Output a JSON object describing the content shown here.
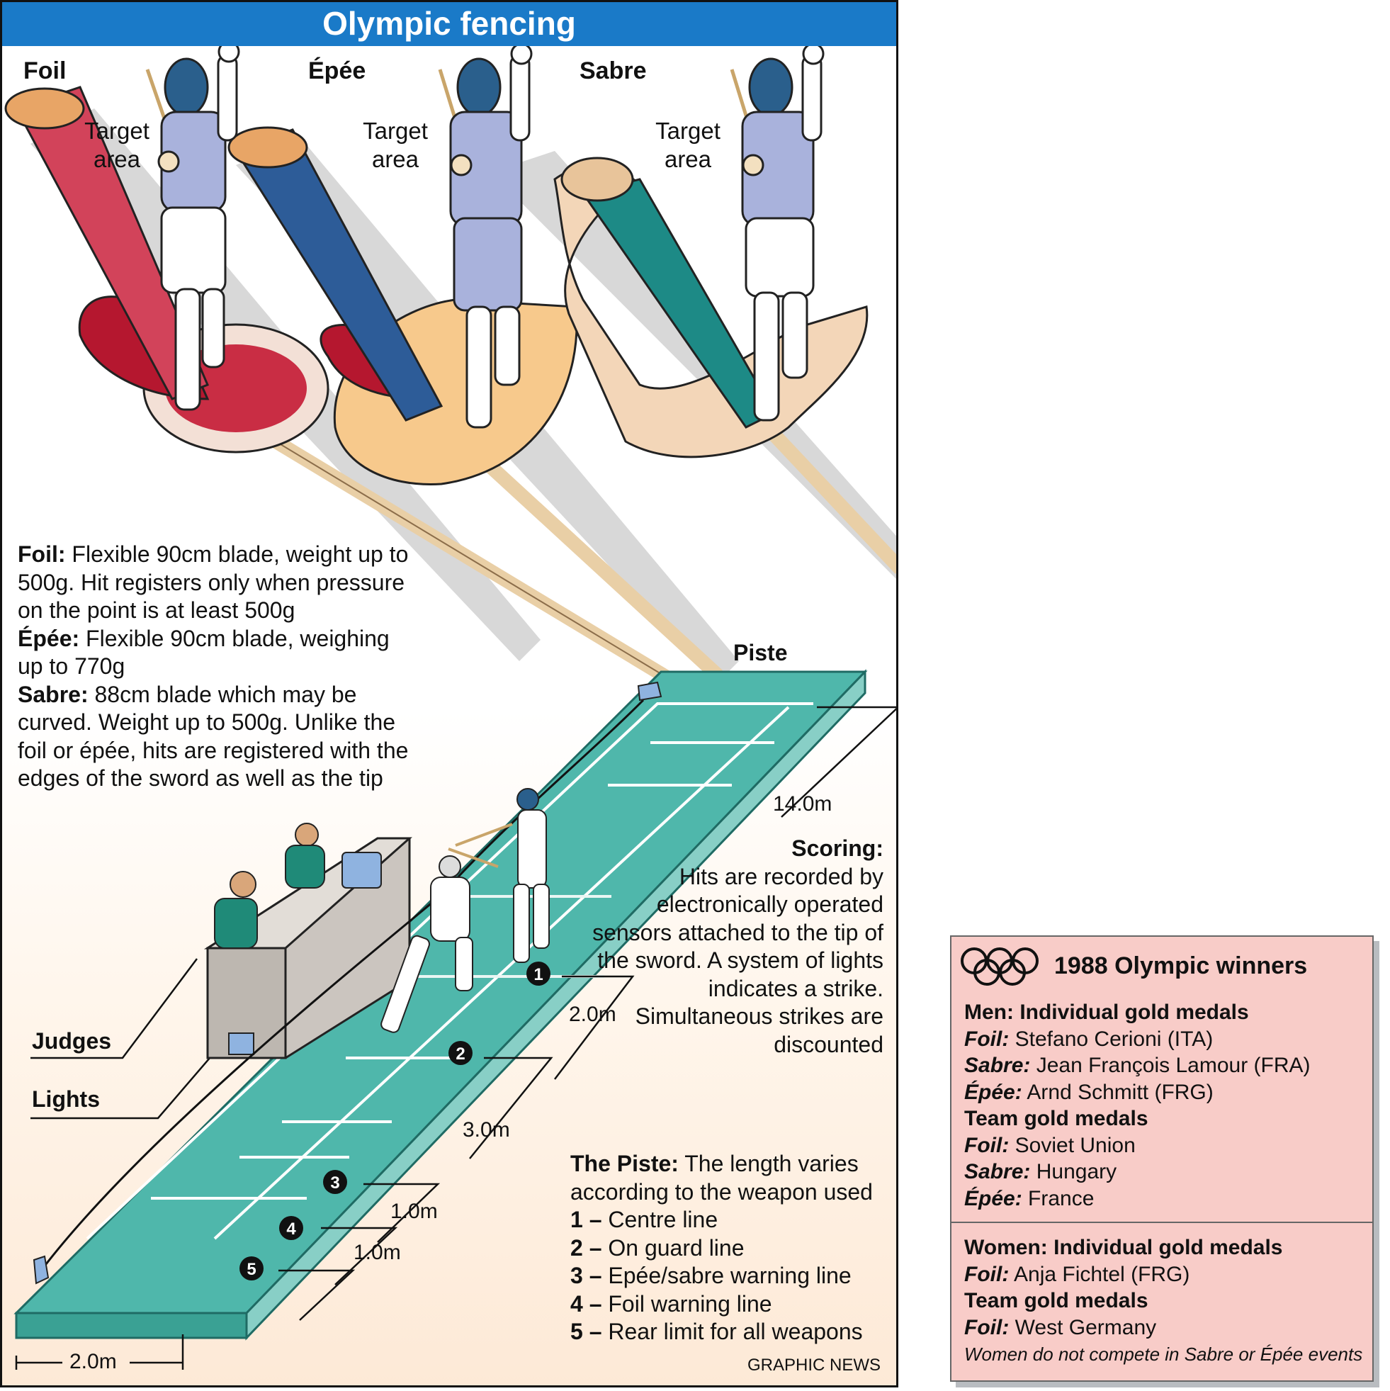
{
  "title": "Olympic fencing",
  "weapons": [
    {
      "name": "Foil",
      "target_label": "Target area",
      "grip_color": "#d2435a",
      "guard_color": "#b5172f"
    },
    {
      "name": "Épée",
      "target_label": "Target area",
      "grip_color": "#2d5c98",
      "guard_color": "#f7c98c"
    },
    {
      "name": "Sabre",
      "target_label": "Target area",
      "grip_color": "#1d8a86",
      "guard_color": "#f3d6b8"
    }
  ],
  "specs": {
    "foil_label": "Foil:",
    "foil_text": "Flexible 90cm blade, weight up to 500g. Hit registers only when pressure on the point is at least 500g",
    "epee_label": "Épée:",
    "epee_text": "Flexible 90cm blade, weighing up to 770g",
    "sabre_label": "Sabre:",
    "sabre_text": "88cm blade which may be curved. Weight up to 500g. Unlike the foil or épée, hits are registered with the edges of the sword as well as the tip"
  },
  "callouts": {
    "piste": "Piste",
    "judges": "Judges",
    "lights": "Lights"
  },
  "dimensions": {
    "length": "14.0m",
    "d1": "2.0m",
    "d2": "3.0m",
    "d3": "1.0m",
    "d4": "1.0m",
    "width": "2.0m"
  },
  "scoring": {
    "label": "Scoring:",
    "text": "Hits are recorded by electronically operated sensors attached to the tip of the sword. A system of lights indicates a strike. Simultaneous strikes are discounted"
  },
  "piste_info": {
    "label": "The Piste:",
    "text": "The length varies according to the weapon used",
    "lines": [
      {
        "num": "1 –",
        "text": "Centre line"
      },
      {
        "num": "2 –",
        "text": "On guard line"
      },
      {
        "num": "3 –",
        "text": "Epée/sabre warning line"
      },
      {
        "num": "4 –",
        "text": "Foil warning line"
      },
      {
        "num": "5 –",
        "text": "Rear limit for all weapons"
      }
    ]
  },
  "markers": [
    "1",
    "2",
    "3",
    "4",
    "5"
  ],
  "credit": "GRAPHIC NEWS",
  "winners": {
    "title": "1988 Olympic winners",
    "men_heading": "Men: Individual gold medals",
    "men_individual": [
      {
        "weapon": "Foil:",
        "winner": "Stefano Cerioni (ITA)"
      },
      {
        "weapon": "Sabre:",
        "winner": "Jean François Lamour (FRA)"
      },
      {
        "weapon": "Épée:",
        "winner": "Arnd Schmitt (FRG)"
      }
    ],
    "men_team_heading": "Team gold medals",
    "men_team": [
      {
        "weapon": "Foil:",
        "winner": "Soviet Union"
      },
      {
        "weapon": "Sabre:",
        "winner": "Hungary"
      },
      {
        "weapon": "Épée:",
        "winner": "France"
      }
    ],
    "women_heading": "Women: Individual gold medals",
    "women_individual": [
      {
        "weapon": "Foil:",
        "winner": "Anja Fichtel (FRG)"
      }
    ],
    "women_team_heading": "Team gold medals",
    "women_team": [
      {
        "weapon": "Foil:",
        "winner": "West Germany"
      }
    ],
    "note": "Women do not compete in Sabre or Épée events"
  },
  "colors": {
    "title_bar": "#1a7ac8",
    "piste": "#4fb7ab",
    "panel_bg": "#fde9d6",
    "winners_bg": "#f8ccc8"
  }
}
